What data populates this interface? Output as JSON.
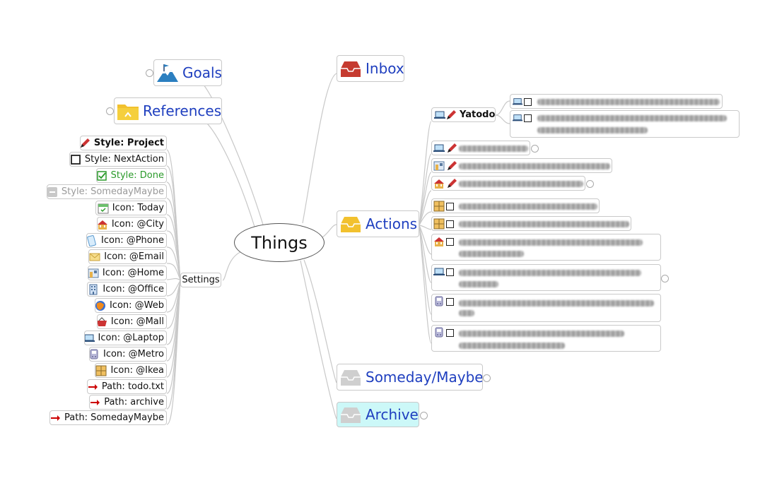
{
  "central": "Things",
  "branches": {
    "goals": "Goals",
    "references": "References",
    "inbox": "Inbox",
    "actions": "Actions",
    "someday": "Someday/Maybe",
    "archive": "Archive",
    "settings": "Settings"
  },
  "settings_items": [
    {
      "label": "Style: Project",
      "icon": "pencil-icon"
    },
    {
      "label": "Style: NextAction",
      "icon": "checkbox-icon"
    },
    {
      "label": "Style: Done",
      "icon": "check-icon"
    },
    {
      "label": "Style: SomedayMaybe",
      "icon": "minus-icon"
    },
    {
      "label": "Icon: Today",
      "icon": "calendar-icon"
    },
    {
      "label": "Icon: @City",
      "icon": "city-icon"
    },
    {
      "label": "Icon: @Phone",
      "icon": "phone-icon"
    },
    {
      "label": "Icon: @Email",
      "icon": "email-icon"
    },
    {
      "label": "Icon: @Home",
      "icon": "home-icon"
    },
    {
      "label": "Icon: @Office",
      "icon": "office-icon"
    },
    {
      "label": "Icon: @Web",
      "icon": "web-icon"
    },
    {
      "label": "Icon: @Mall",
      "icon": "mall-icon"
    },
    {
      "label": "Icon: @Laptop",
      "icon": "laptop-icon"
    },
    {
      "label": "Icon: @Metro",
      "icon": "metro-icon"
    },
    {
      "label": "Icon: @Ikea",
      "icon": "ikea-icon"
    },
    {
      "label": "Path: todo.txt",
      "icon": "arrow-icon"
    },
    {
      "label": "Path: archive",
      "icon": "arrow-icon"
    },
    {
      "label": "Path: SomedayMaybe",
      "icon": "arrow-icon"
    }
  ],
  "actions": {
    "project": "Yatodo"
  },
  "colors": {
    "link_text": "#1f3fbf",
    "done_text": "#2a9a2a",
    "someday_text": "#9a9a9a",
    "archive_bg": "#ccf8f8",
    "edge": "#c8c8c8"
  }
}
